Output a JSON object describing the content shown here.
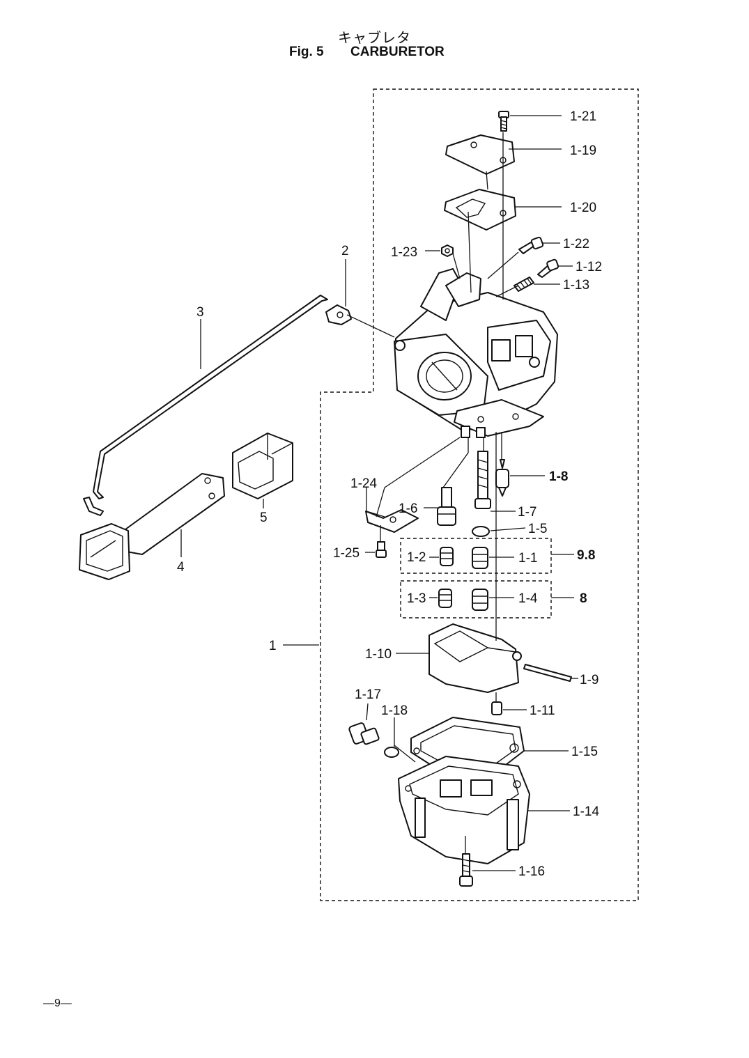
{
  "header": {
    "title_jp": "キャブレタ",
    "fig_label": "Fig. 5",
    "title_en": "CARBURETOR"
  },
  "callouts": {
    "c1_21": "1-21",
    "c1_19": "1-19",
    "c1_20": "1-20",
    "c1_22": "1-22",
    "c1_23": "1-23",
    "c1_12": "1-12",
    "c1_13": "1-13",
    "c2": "2",
    "c3": "3",
    "c1_8": "1-8",
    "c1_24": "1-24",
    "c1_6": "1-6",
    "c1_7": "1-7",
    "c1_5": "1-5",
    "c5": "5",
    "c4": "4",
    "c1_25": "1-25",
    "c1_2": "1-2",
    "c1_1": "1-1",
    "c9_8": "9.8",
    "c1_3": "1-3",
    "c1_4": "1-4",
    "c8": "8",
    "c1": "1",
    "c1_10": "1-10",
    "c1_9": "1-9",
    "c1_17": "1-17",
    "c1_18": "1-18",
    "c1_11": "1-11",
    "c1_15": "1-15",
    "c1_14": "1-14",
    "c1_16": "1-16"
  },
  "footer": {
    "page_number": "—9—"
  }
}
